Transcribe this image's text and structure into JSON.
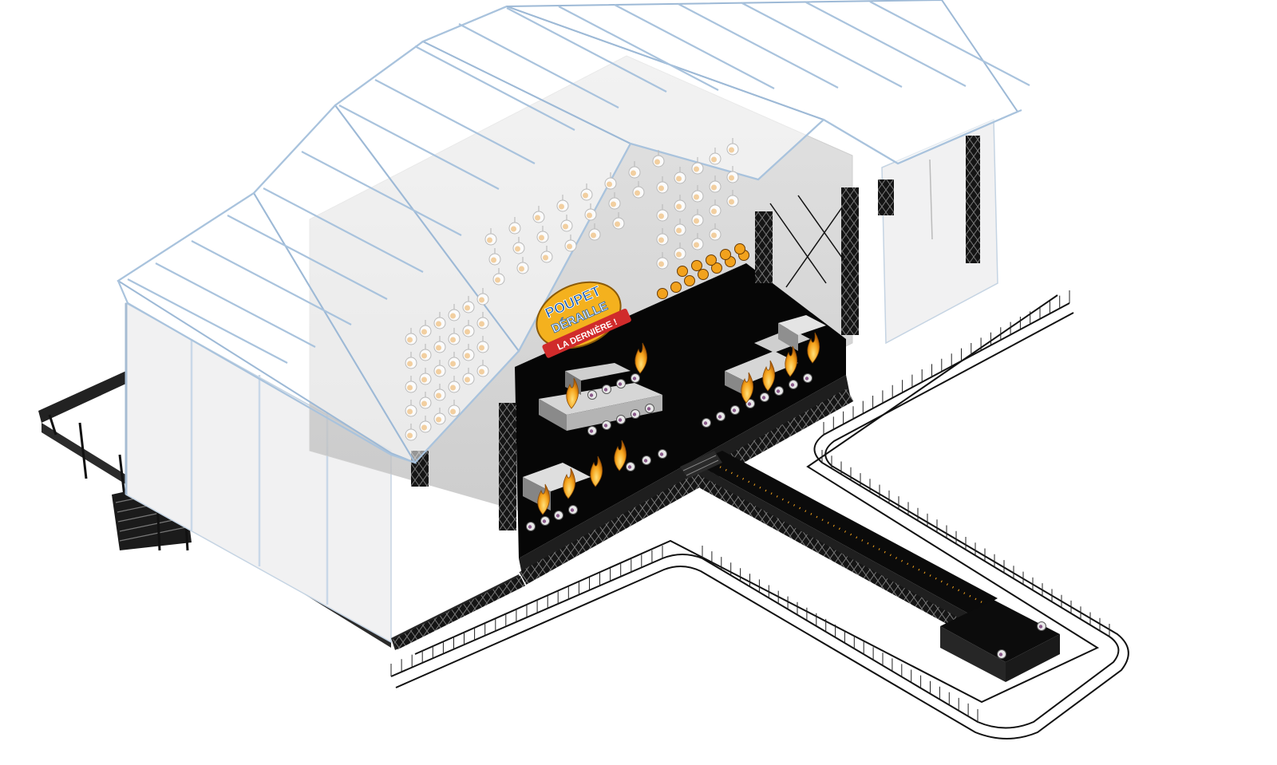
{
  "banner": {
    "line1": "POUPET",
    "line2": "DÉRAILLE",
    "line3": "LA DERNIÈRE !"
  },
  "colors": {
    "roof_stroke": "#9db9d6",
    "truss": "#1a1a1a",
    "stage_floor": "#060606",
    "flame": "#f2a21d",
    "banner_red": "#d02b2b",
    "banner_blue": "#1f5fb0"
  },
  "icons": {
    "flame": "flame-icon",
    "spotlight": "spotlight-icon"
  }
}
